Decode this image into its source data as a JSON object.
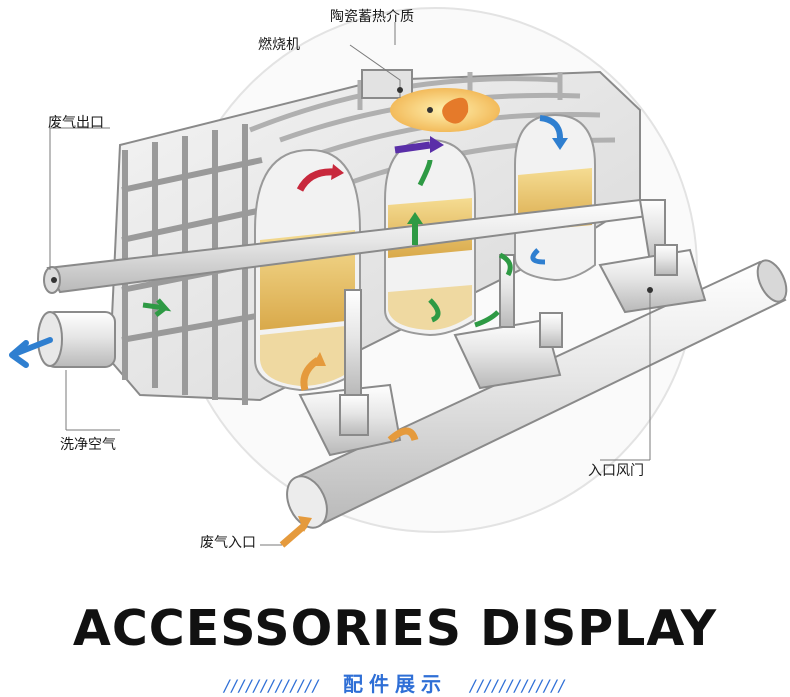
{
  "diagram": {
    "labels": {
      "ceramic": "陶瓷蓄热介质",
      "burner": "燃烧机",
      "exhaust_outlet": "废气出口",
      "clean_air": "洗净空气",
      "inlet_valve": "入口风门",
      "exhaust_inlet": "废气入口"
    }
  },
  "banner": {
    "title": "ACCESSORIES DISPLAY",
    "subtitle": "配件展示",
    "slashes": "/////////////"
  },
  "colors": {
    "arrow_green": "#2e9a44",
    "arrow_blue": "#2f7fd0",
    "arrow_orange": "#e59a3c",
    "arrow_red": "#c8283c",
    "arrow_purple": "#5a2fa8",
    "ceramic_fill": "#e9c56a",
    "accent_blue": "#2f6fd6"
  }
}
